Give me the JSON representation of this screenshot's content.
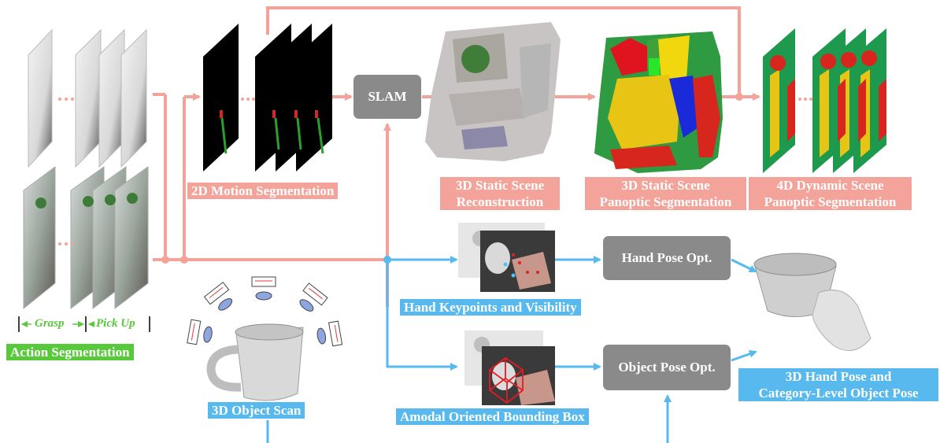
{
  "labels": {
    "motion_seg": "2D Motion Segmentation",
    "static_recon": [
      "3D Static Scene",
      "Reconstruction"
    ],
    "static_panoptic": [
      "3D Static Scene",
      "Panoptic Segmentation"
    ],
    "dynamic_panoptic": [
      "4D Dynamic Scene",
      "Panoptic Segmentation"
    ],
    "hand_keypoints": "Hand Keypoints and Visibility",
    "object_scan": "3D Object Scan",
    "amodal_box": "Amodal Oriented Bounding Box",
    "action_seg": "Action Segmentation",
    "final_output": [
      "3D Hand Pose and",
      "Category-Level Object Pose"
    ]
  },
  "boxes": {
    "slam": "SLAM",
    "hand_opt": "Hand Pose Opt.",
    "object_opt": "Object Pose Opt."
  },
  "stages": {
    "grasp": "Grasp",
    "pick_up": "Pick Up"
  },
  "colors": {
    "pink_flow": "#f4a39a",
    "blue_flow": "#57b9ee",
    "green_label": "#58c93a",
    "process_box": "#8a8a8a"
  }
}
